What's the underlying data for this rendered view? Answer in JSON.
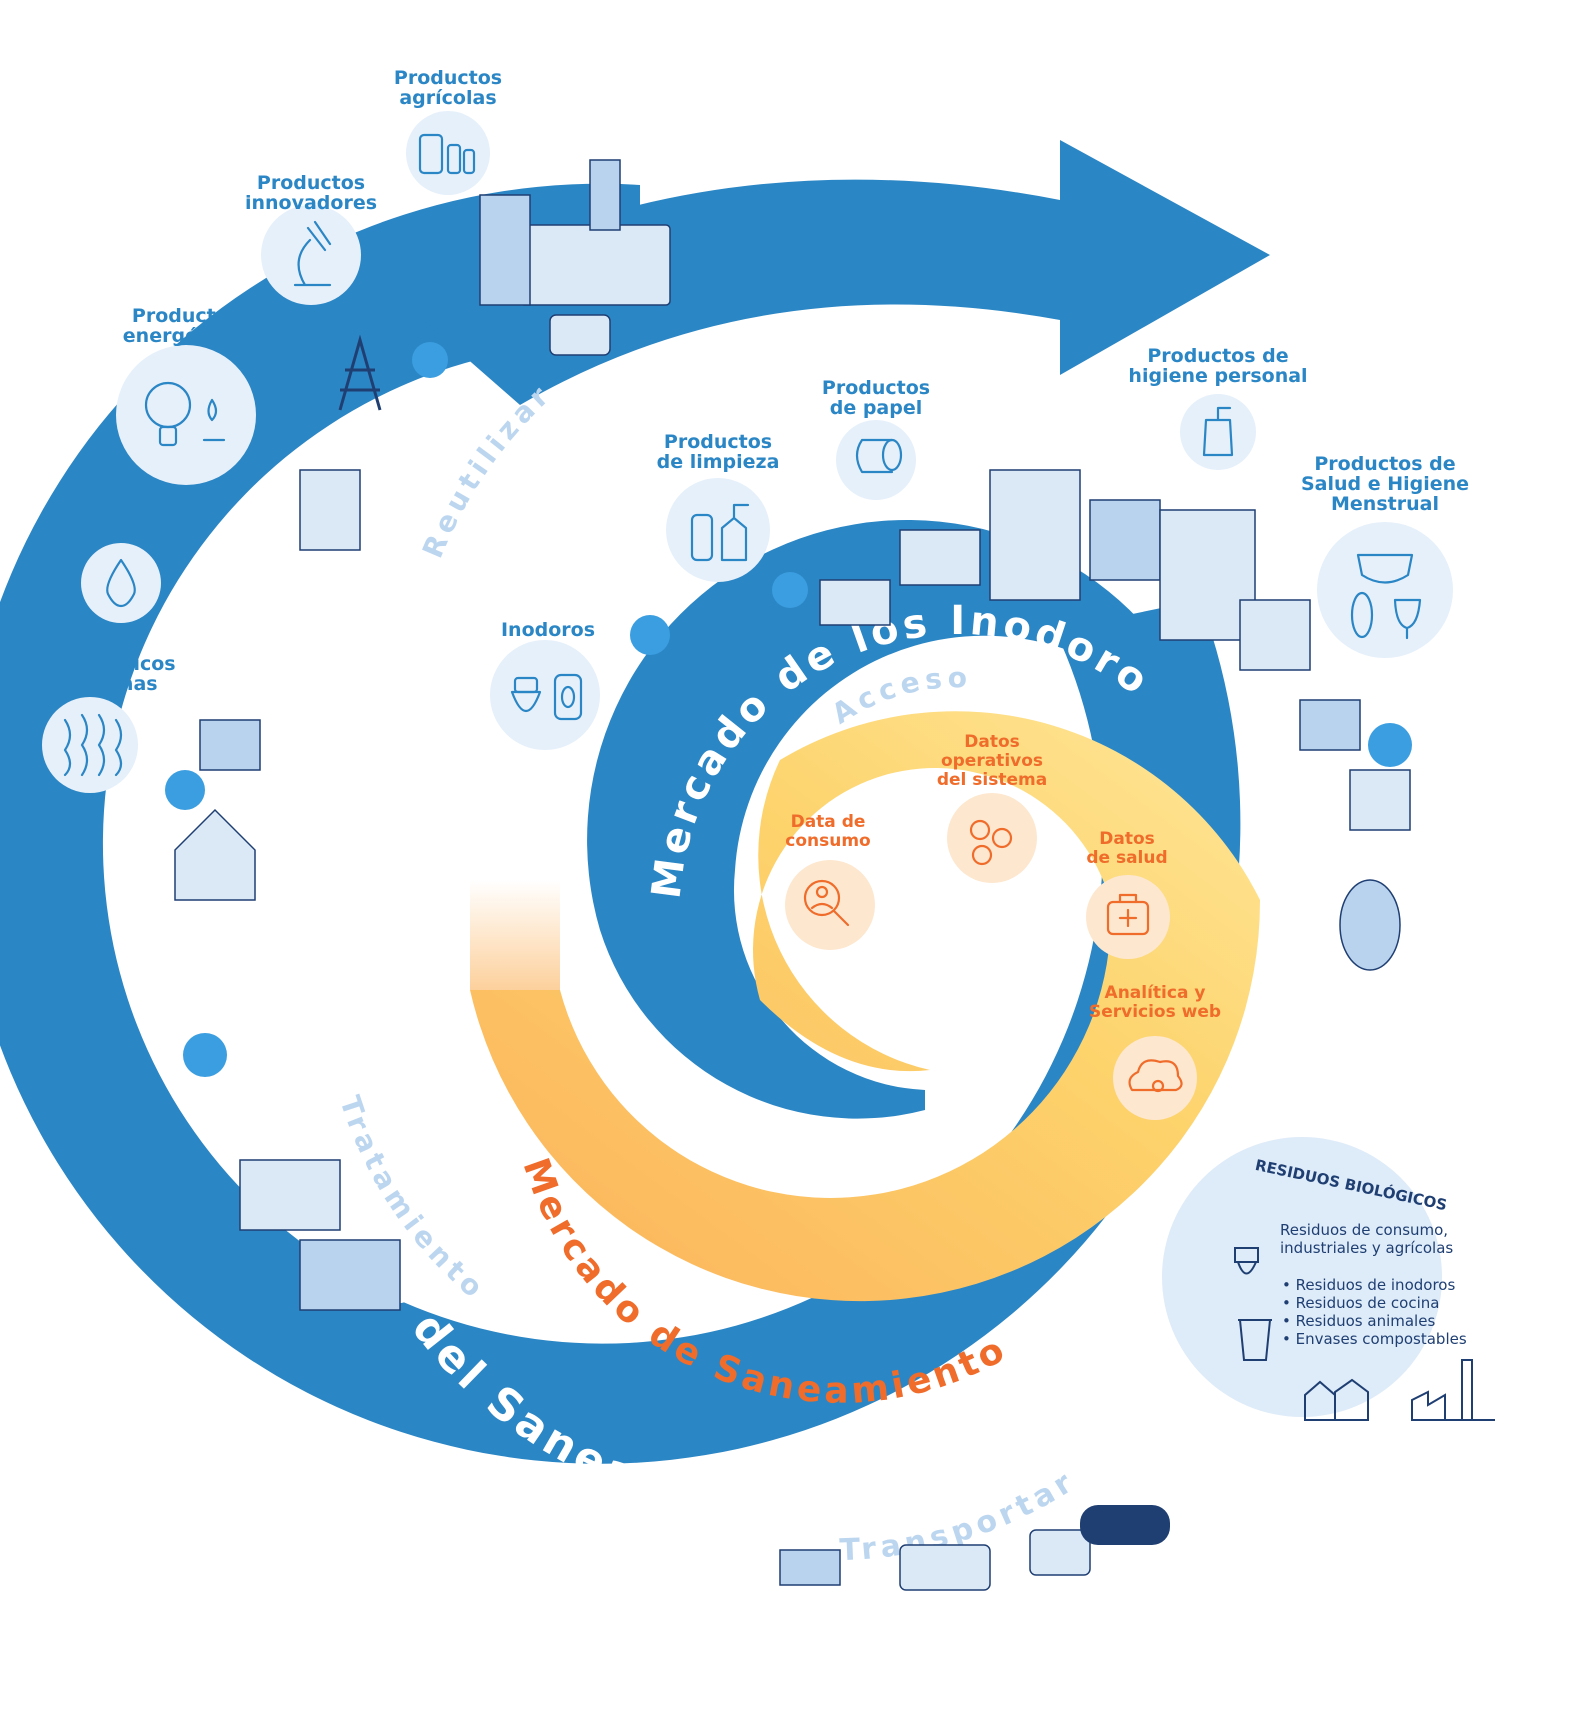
{
  "diagram": {
    "rings": {
      "outer_title": "Mercado del Saneamiento Circular",
      "middle_title": "Mercado de los Inodoros",
      "inner_title": "Mercado de Saneamiento"
    },
    "stages": {
      "reuse": "Reutilizar",
      "access": "Acceso",
      "treatment": "Tratamiento",
      "transport": "Transportar"
    },
    "products": [
      {
        "icon": "agricultural-products-icon",
        "line1": "Productos",
        "line2": "agrícolas"
      },
      {
        "icon": "microscope-icon",
        "line1": "Productos",
        "line2": "innovadores"
      },
      {
        "icon": "lightbulb-icon",
        "line1": "Productos",
        "line2": "energéticos"
      },
      {
        "icon": "water-drop-icon",
        "line1": "Agua",
        "line2": ""
      },
      {
        "icon": "protein-icon",
        "line1": "Materiales ricos",
        "line2": "en proteínas"
      },
      {
        "icon": "cleaning-products-icon",
        "line1": "Productos",
        "line2": "de limpieza"
      },
      {
        "icon": "toilet-paper-icon",
        "line1": "Productos",
        "line2": "de papel"
      },
      {
        "icon": "soap-dispenser-icon",
        "line1": "Productos de",
        "line2": "higiene personal"
      },
      {
        "icon": "menstrual-products-icon",
        "line1": "Productos de",
        "line2": "Salud e Higiene",
        "line3": "Menstrual"
      },
      {
        "icon": "toilet-icon",
        "line1": "Inodoros",
        "line2": ""
      }
    ],
    "data_items": [
      {
        "icon": "consumer-search-icon",
        "line1": "Data de",
        "line2": "consumo"
      },
      {
        "icon": "gears-icon",
        "line1": "Datos",
        "line2": "operativos",
        "line3": "del sistema"
      },
      {
        "icon": "medical-kit-icon",
        "line1": "Datos",
        "line2": "de salud"
      },
      {
        "icon": "cloud-service-icon",
        "line1": "Analítica y",
        "line2": "Servicios web"
      }
    ],
    "biowaste": {
      "title": "RESIDUOS BIOLÓGICOS",
      "subtitle_line1": "Residuos de consumo,",
      "subtitle_line2": "industriales y agrícolas",
      "items": [
        "Residuos de inodoros",
        "Residuos de cocina",
        "Residuos animales",
        "Envases compostables"
      ]
    },
    "colors": {
      "ring_blue": "#2b86c5",
      "accent_orange": "#ef6c2b",
      "gradient_yellow": "#fde07a",
      "navy": "#1f3f73",
      "light_blue": "#e6f0fa"
    }
  }
}
